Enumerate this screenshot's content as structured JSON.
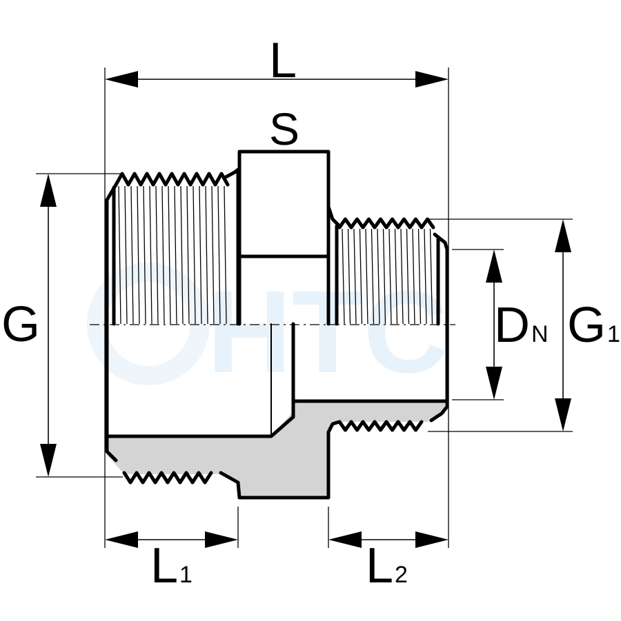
{
  "watermark": "HTC",
  "dimensions": {
    "L": "L",
    "S": "S",
    "G": "G",
    "G1_main": "G",
    "G1_sub": "1",
    "DN_main": "D",
    "DN_sub": "N",
    "L1_main": "L",
    "L1_sub": "1",
    "L2_main": "L",
    "L2_sub": "2"
  }
}
